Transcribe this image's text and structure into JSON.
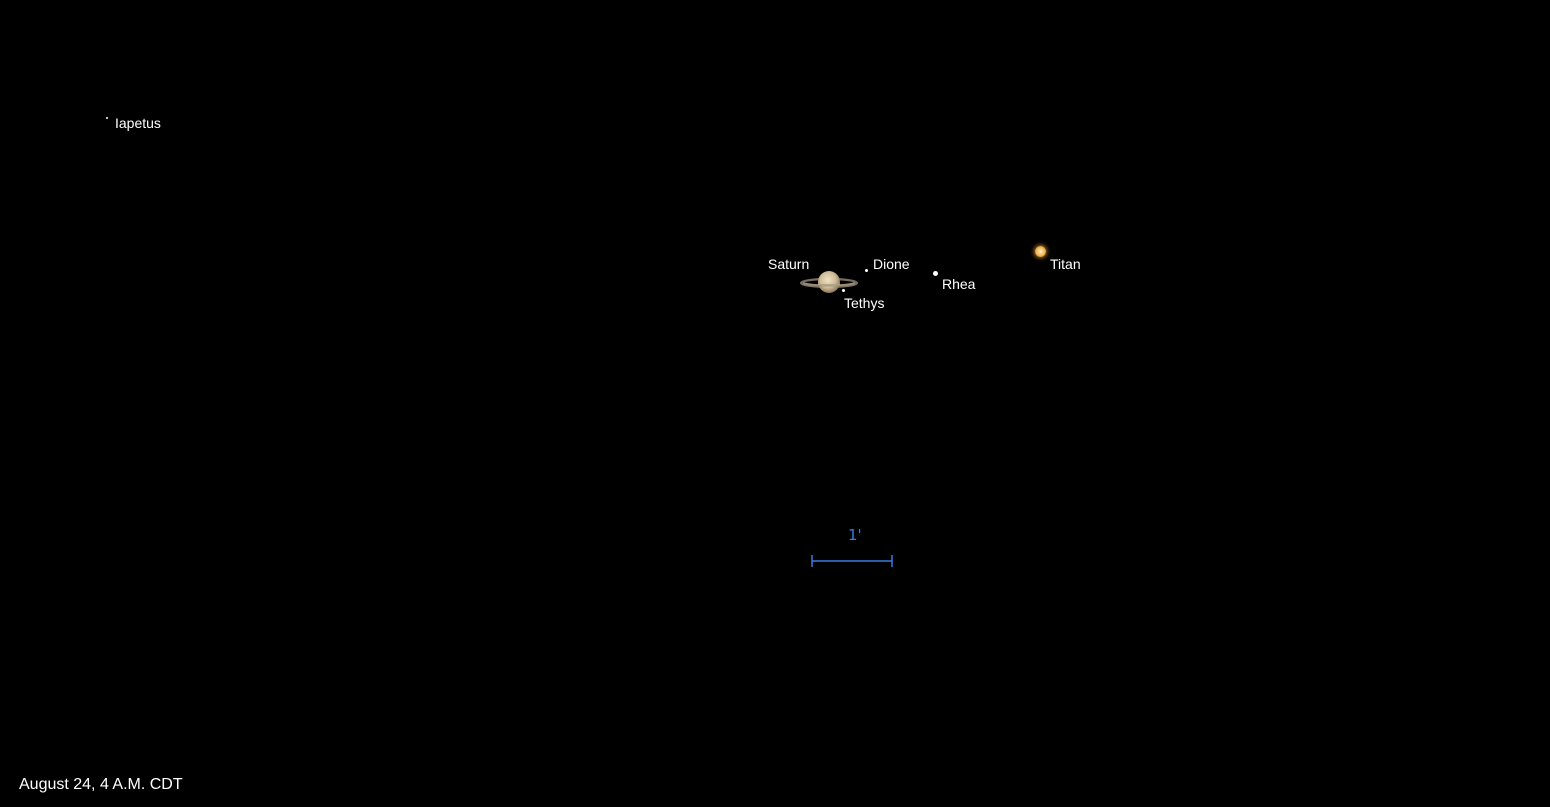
{
  "objects": {
    "iapetus": "Iapetus",
    "saturn": "Saturn",
    "dione": "Dione",
    "tethys": "Tethys",
    "rhea": "Rhea",
    "titan": "Titan"
  },
  "scale": {
    "label": "1'"
  },
  "date_label": "August 24, 4 A.M. CDT",
  "colors": {
    "background": "#000000",
    "label": "#ffffff",
    "scale_bar": "#3a7be0",
    "titan": "#f2b24a",
    "saturn_body": "#cdbb96"
  }
}
